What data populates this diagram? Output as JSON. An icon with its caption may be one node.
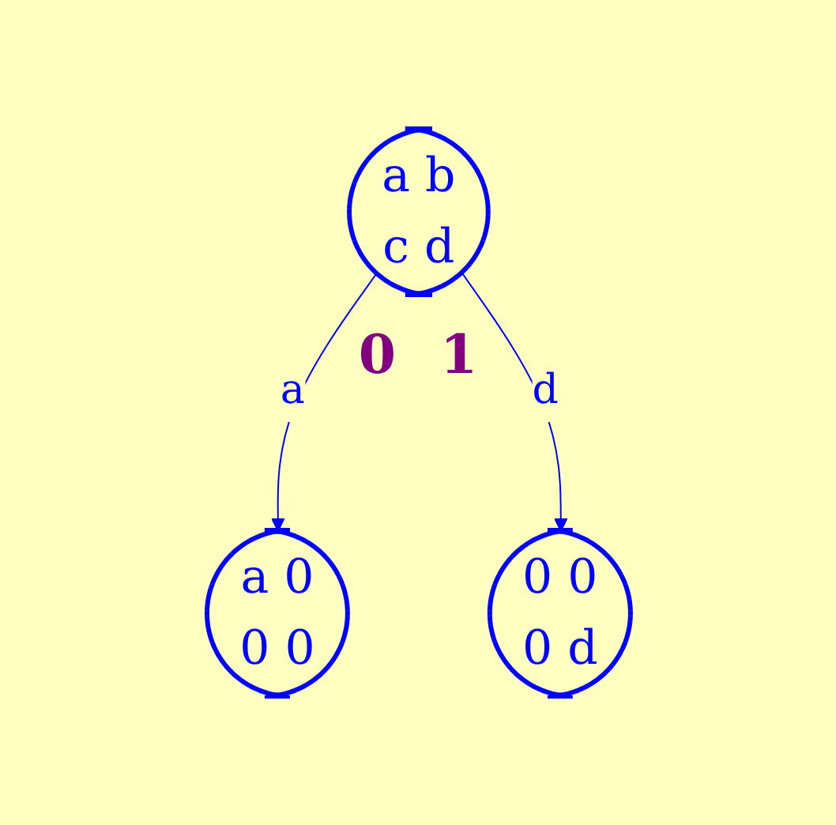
{
  "diagram": {
    "nodes": [
      {
        "text": [
          "a b",
          "c d"
        ]
      },
      {
        "text": [
          "a 0",
          "0 0"
        ]
      },
      {
        "text": [
          "0 0",
          "0 d"
        ]
      }
    ],
    "edges": [
      {
        "from": 0,
        "to": 1,
        "arrow": "to",
        "label": "a"
      },
      {
        "from": 0,
        "to": 2,
        "arrow": "to",
        "label": "d"
      }
    ],
    "labels": [
      "0",
      "1"
    ]
  }
}
